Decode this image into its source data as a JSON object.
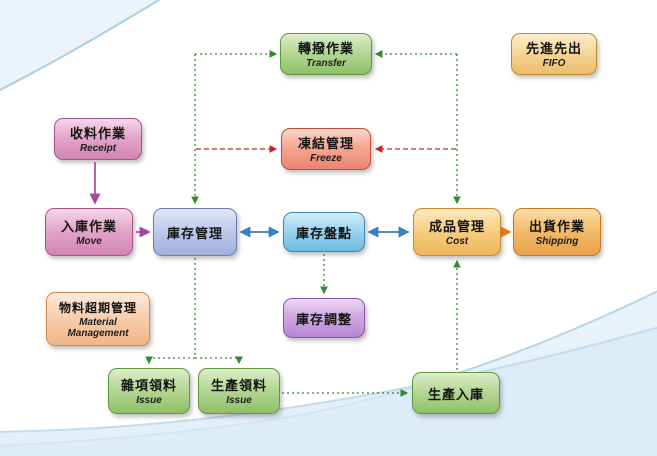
{
  "diagram": {
    "nodes": {
      "transfer": {
        "label": "轉撥作業",
        "sub": "Transfer"
      },
      "fifo": {
        "label": "先進先出",
        "sub": "FIFO"
      },
      "freeze": {
        "label": "凍結管理",
        "sub": "Freeze"
      },
      "receipt": {
        "label": "收料作業",
        "sub": "Receipt"
      },
      "move": {
        "label": "入庫作業",
        "sub": "Move"
      },
      "inventory_management": {
        "label": "庫存管理"
      },
      "inventory_count": {
        "label": "庫存盤點"
      },
      "finished_goods": {
        "label": "成品管理",
        "sub": "Cost"
      },
      "shipping": {
        "label": "出貨作業",
        "sub": "Shipping"
      },
      "material_management": {
        "label": "物料超期管理",
        "sub": "Material Management"
      },
      "inventory_adjust": {
        "label": "庫存調整"
      },
      "misc_issue": {
        "label": "雜項領料",
        "sub": "Issue"
      },
      "production_issue": {
        "label": "生產領料",
        "sub": "Issue"
      },
      "production_inbound": {
        "label": "生產入庫"
      }
    },
    "colors": {
      "green_node": "#8fbf67",
      "tan_node": "#ecbc6c",
      "red_node": "#ec8370",
      "pink_node": "#d184b4",
      "periwinkle_node": "#9fb0dd",
      "cyan_node": "#6ebbe4",
      "gold_node": "#eeb559",
      "orange_node": "#e9a148",
      "peach_node": "#f2b588",
      "purple_node": "#b886d3",
      "arrow_purple": "#a8459e",
      "arrow_blue": "#3a7fc1",
      "arrow_orange": "#e07818",
      "arrow_green": "#2e8b2e",
      "arrow_red": "#cc2222",
      "swoosh_blue": "#aacfe6"
    }
  }
}
